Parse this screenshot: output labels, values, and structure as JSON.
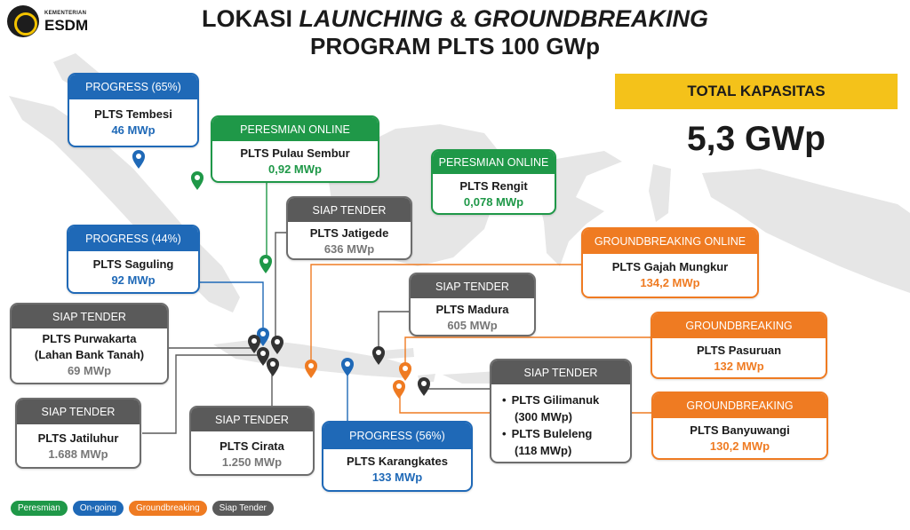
{
  "ministry": {
    "small_text": "KEMENTERIAN",
    "name": "ESDM"
  },
  "title": {
    "line1_a": "LOKASI ",
    "line1_b": "LAUNCHING",
    "line1_c": " & ",
    "line1_d": "GROUNDBREAKING",
    "line2": "PROGRAM PLTS 100 GWp"
  },
  "total": {
    "label": "TOTAL KAPASITAS",
    "value": "5,3 GWp"
  },
  "colors": {
    "peresmian": "#1f9848",
    "on_going": "#1f69b7",
    "groundbreaking": "#ef7b22",
    "siap_tender": "#5a5a5a",
    "highlight": "#f4c21a"
  },
  "projects": {
    "tembesi": {
      "status": "PROGRESS (65%)",
      "name": "PLTS Tembesi",
      "capacity": "46 MWp"
    },
    "pulau_sembur": {
      "status": "PERESMIAN ONLINE",
      "name": "PLTS Pulau Sembur",
      "capacity": "0,92 MWp"
    },
    "rengit": {
      "status": "PERESMIAN ONLINE",
      "name": "PLTS Rengit",
      "capacity": "0,078 MWp"
    },
    "jatigede": {
      "status": "SIAP TENDER",
      "name": "PLTS Jatigede",
      "capacity": "636 MWp"
    },
    "saguling": {
      "status": "PROGRESS (44%)",
      "name": "PLTS Saguling",
      "capacity": "92 MWp"
    },
    "gajah_mungkur": {
      "status": "GROUNDBREAKING ONLINE",
      "name": "PLTS Gajah Mungkur",
      "capacity": "134,2 MWp"
    },
    "madura": {
      "status": "SIAP TENDER",
      "name": "PLTS Madura",
      "capacity": "605 MWp"
    },
    "purwakarta": {
      "status": "SIAP TENDER",
      "name_line1": "PLTS Purwakarta",
      "name_line2": "(Lahan Bank Tanah)",
      "capacity": "69 MWp"
    },
    "pasuruan": {
      "status": "GROUNDBREAKING",
      "name": "PLTS Pasuruan",
      "capacity": "132 MWp"
    },
    "jatiluhur": {
      "status": "SIAP TENDER",
      "name": "PLTS Jatiluhur",
      "capacity": "1.688 MWp"
    },
    "cirata": {
      "status": "SIAP TENDER",
      "name": "PLTS Cirata",
      "capacity": "1.250 MWp"
    },
    "karangkates": {
      "status": "PROGRESS (56%)",
      "name": "PLTS Karangkates",
      "capacity": "133 MWp"
    },
    "bali": {
      "status": "SIAP TENDER",
      "item1_name": "PLTS Gilimanuk",
      "item1_capacity": "(300 MWp)",
      "item2_name": "PLTS Buleleng",
      "item2_capacity": "(118 MWp)"
    },
    "banyuwangi": {
      "status": "GROUNDBREAKING",
      "name": "PLTS Banyuwangi",
      "capacity": "130,2 MWp"
    }
  },
  "legend": {
    "peresmian": "Peresmian",
    "on_going": "On-going",
    "groundbreaking": "Groundbreaking",
    "siap_tender": "Siap Tender"
  }
}
